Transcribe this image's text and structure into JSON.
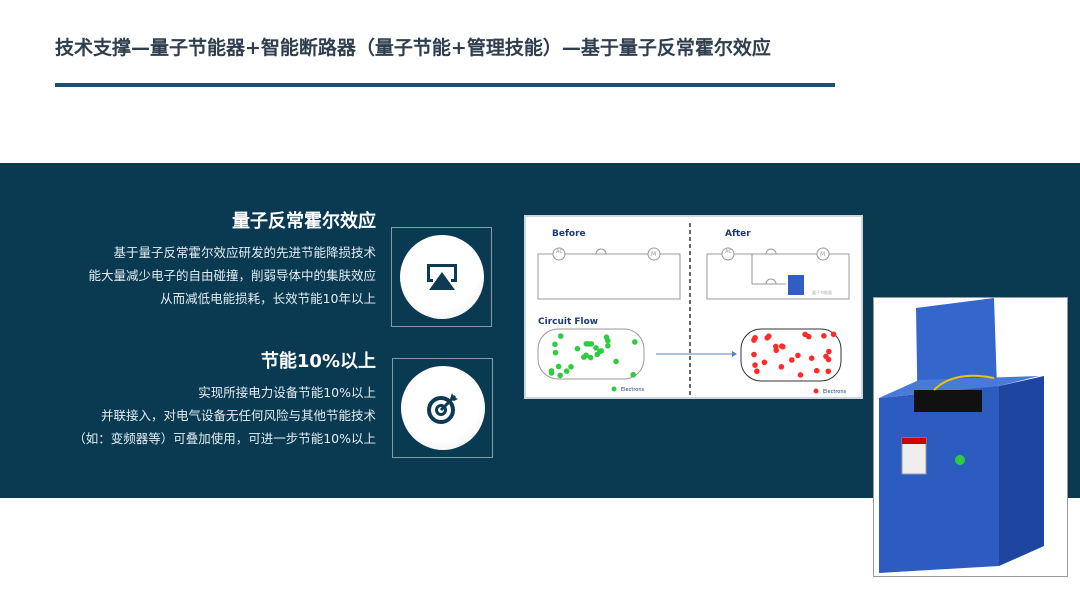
{
  "header": {
    "title": "技术支撑—量子节能器+智能断路器（量子节能+管理技能）—基于量子反常霍尔效应"
  },
  "features": [
    {
      "title": "量子反常霍尔效应",
      "lines": [
        "基于量子反常霍尔效应研发的先进节能降损技术",
        "能大量减少电子的自由碰撞，削弱导体中的集肤效应",
        "从而减低电能损耗，长效节能10年以上"
      ],
      "icon": "presentation-screen-icon"
    },
    {
      "title": "节能10%以上",
      "lines": [
        "实现所接电力设备节能10%以上",
        "并联接入，对电气设备无任何风险与其他节能技术",
        "（如：变频器等）可叠加使用，可进一步节能10%以上"
      ],
      "icon": "target-arrow-icon"
    }
  ],
  "diagram": {
    "before": "Before",
    "after": "After",
    "ac": "AC",
    "motor": "M",
    "circuit_flow": "Circuit Flow",
    "electrons": "Electrons",
    "device_label": "量子节能器",
    "before_color": "#2ecc40",
    "after_color": "#ff2a2a"
  },
  "colors": {
    "band": "#093a52",
    "rule": "#1e4f70",
    "title": "#2e3e4e",
    "device": "#2f5fc4"
  }
}
